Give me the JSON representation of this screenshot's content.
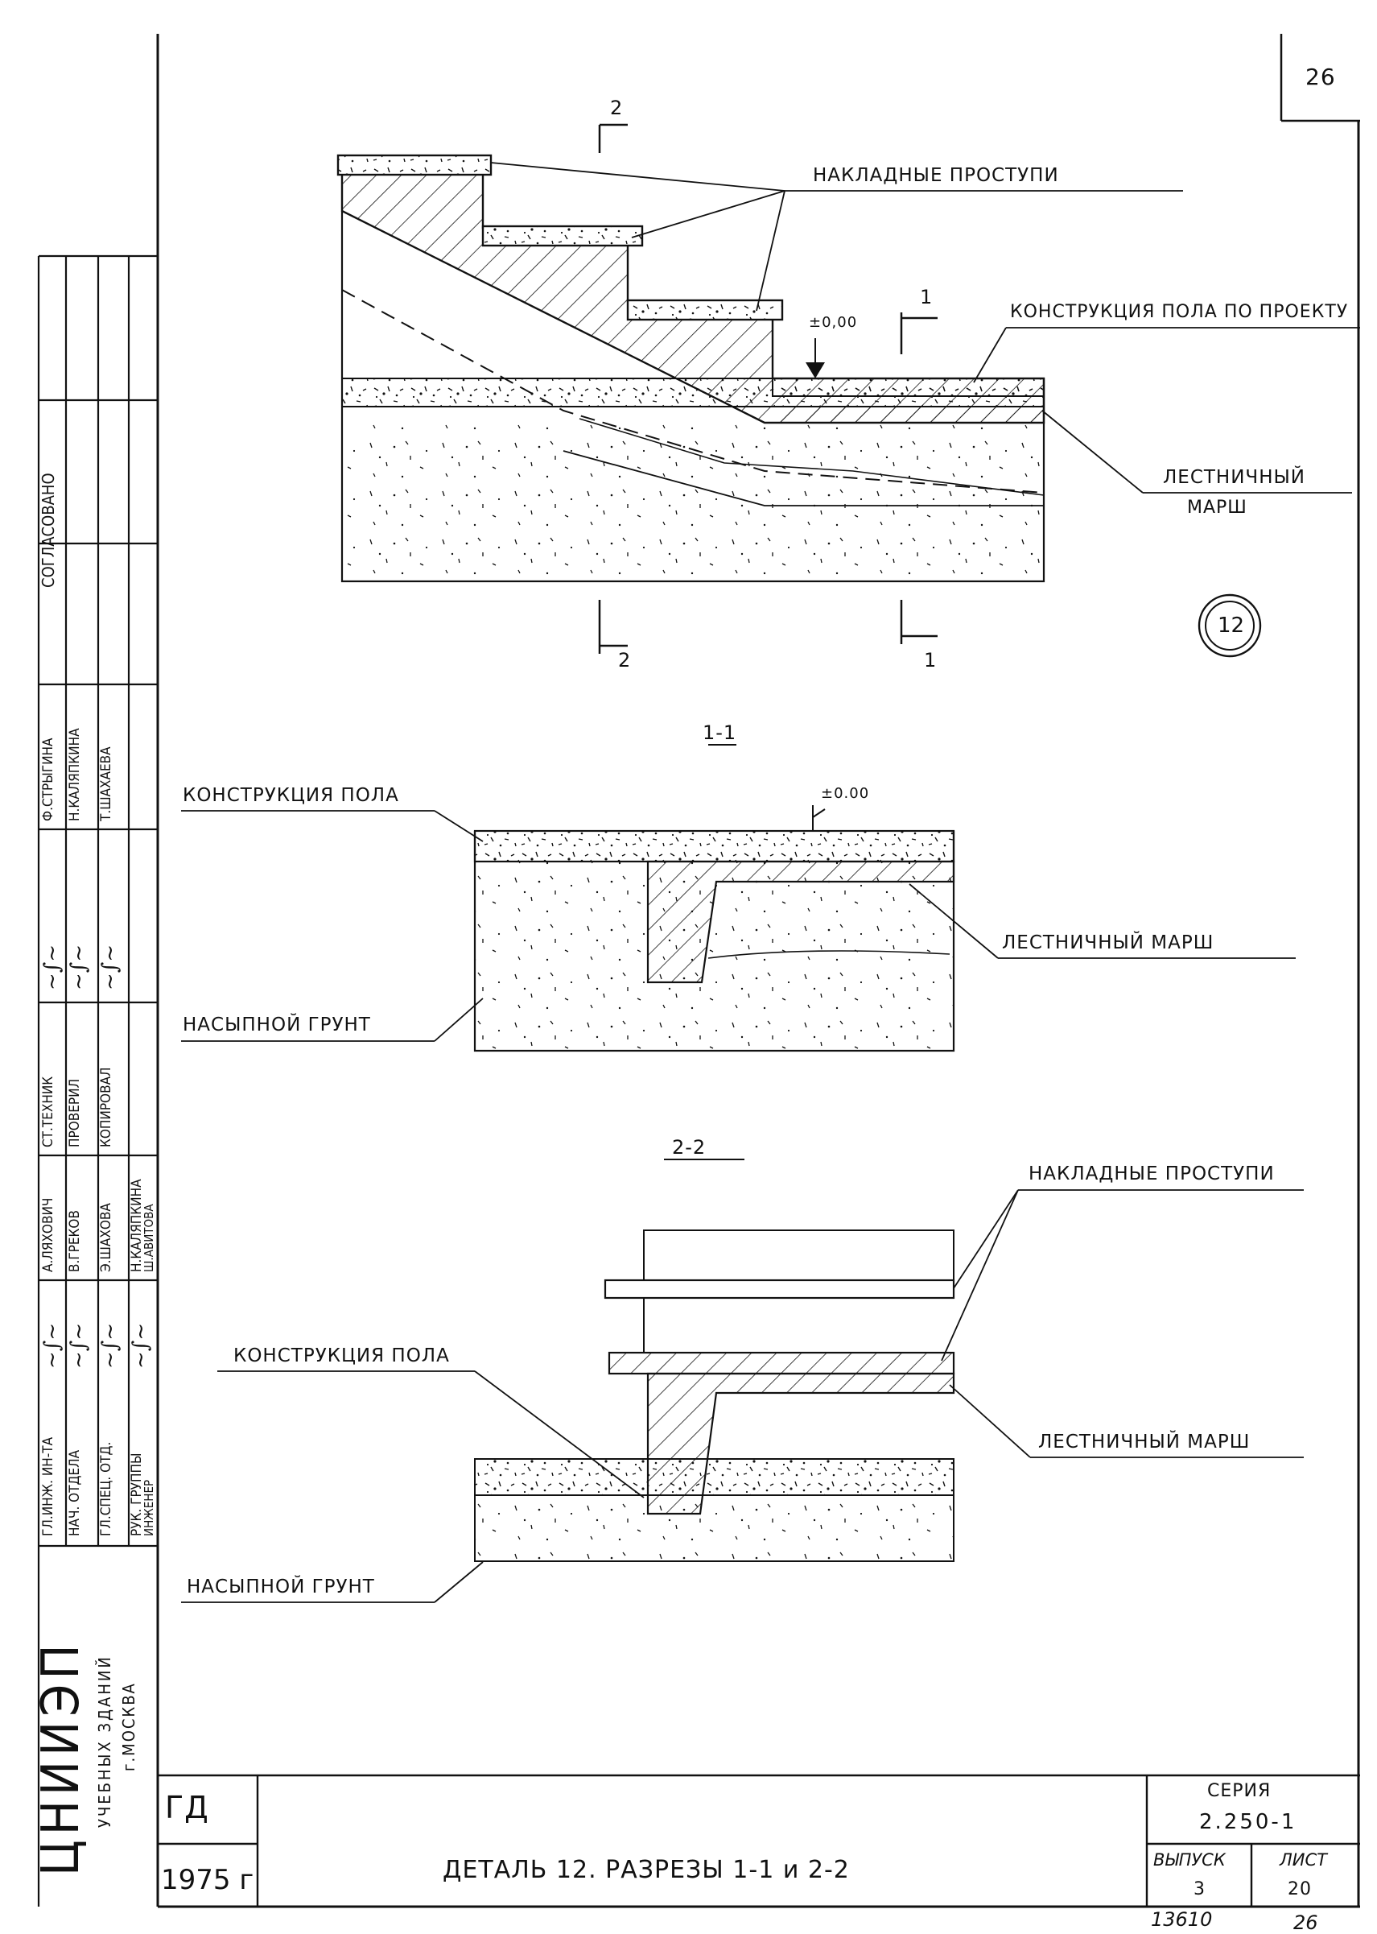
{
  "sheet": {
    "page_number": "26",
    "detail_marker": "12"
  },
  "detail": {
    "label_treads": "НАКЛАДНЫЕ ПРОСТУПИ",
    "label_floor": "КОНСТРУКЦИЯ ПОЛА ПО ПРОЕКТУ",
    "label_stair_1": "ЛЕСТНИЧНЫЙ",
    "label_stair_2": "МАРШ",
    "level_mark": "±0,00",
    "cut_1": "1",
    "cut_2": "2"
  },
  "section_1_1": {
    "title": "1-1",
    "label_floor": "КОНСТРУКЦИЯ ПОЛА",
    "level_mark": "±0.00",
    "label_stair": "ЛЕСТНИЧНЫЙ МАРШ",
    "label_soil": "НАСЫПНОЙ ГРУНТ"
  },
  "section_2_2": {
    "title": "2-2",
    "label_treads": "НАКЛАДНЫЕ ПРОСТУПИ",
    "label_floor": "КОНСТРУКЦИЯ ПОЛА",
    "label_stair": "ЛЕСТНИЧНЫЙ МАРШ",
    "label_soil": "НАСЫПНОЙ ГРУНТ"
  },
  "side_stamp": {
    "agreed": "СОГЛАСОВАНО",
    "roles_left": [
      "ГЛ.ИНЖ. ИН-ТА",
      "НАЧ. ОТДЕЛА",
      "ГЛ.СПЕЦ. ОТД.",
      "РУК. ГРУППЫ",
      "ИНЖЕНЕР"
    ],
    "names_left": [
      "А.ЛЯХОВИЧ",
      "В.ГРЕКОВ",
      "Э.ШАХОВА",
      "Н.КАЛЯПКИНА",
      "Ш.АВИТОВА"
    ],
    "roles_right": [
      "СТ.ТЕХНИК",
      "ПРОВЕРИЛ",
      "КОПИРОВАЛ"
    ],
    "names_right": [
      "Ф.СТРЫГИНА",
      "Н.КАЛЯПКИНА",
      "Т.ШАХАЕВА"
    ],
    "org": "ЦНИИЭП",
    "org_line_1": "УЧЕБНЫХ ЗДАНИЙ",
    "org_line_2": "г.МОСКВА"
  },
  "title_block": {
    "code": "ГД",
    "year": "1975 г",
    "title": "ДЕТАЛЬ 12. РАЗРЕЗЫ 1-1 и 2-2",
    "series_label": "СЕРИЯ",
    "series": "2.250-1",
    "issue_label": "ВЫПУСК",
    "issue": "3",
    "sheet_label": "ЛИСТ",
    "sheet": "20"
  },
  "footer": {
    "number_1": "13610",
    "number_2": "26"
  }
}
